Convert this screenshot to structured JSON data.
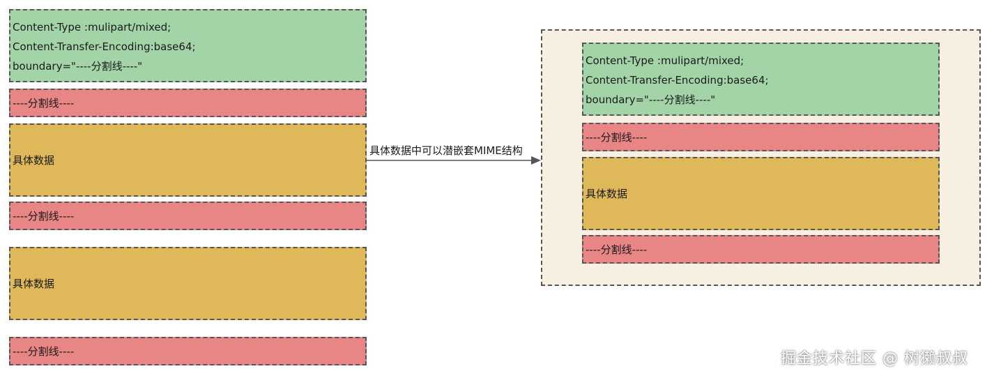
{
  "left": {
    "header_lines": [
      "Content-Type :mulipart/mixed;",
      "Content-Transfer-Encoding:base64;",
      "boundary=\"----分割线----\""
    ],
    "separator_1": "----分割线----",
    "data_1": "具体数据",
    "separator_2": "----分割线----",
    "data_2": "具体数据",
    "separator_3": "----分割线----"
  },
  "arrow_label": "具体数据中可以潜嵌套MIME结构",
  "right": {
    "header_lines": [
      "Content-Type :mulipart/mixed;",
      "Content-Transfer-Encoding:base64;",
      "boundary=\"----分割线----\""
    ],
    "separator_1": "----分割线----",
    "data_1": "具体数据",
    "separator_2": "----分割线----"
  },
  "watermark": "掘金技术社区 @ 树獭叔叔",
  "colors": {
    "header": "#a3d4a8",
    "separator": "#e88585",
    "data": "#dfb85a",
    "nested_container": "#f7efe1"
  }
}
